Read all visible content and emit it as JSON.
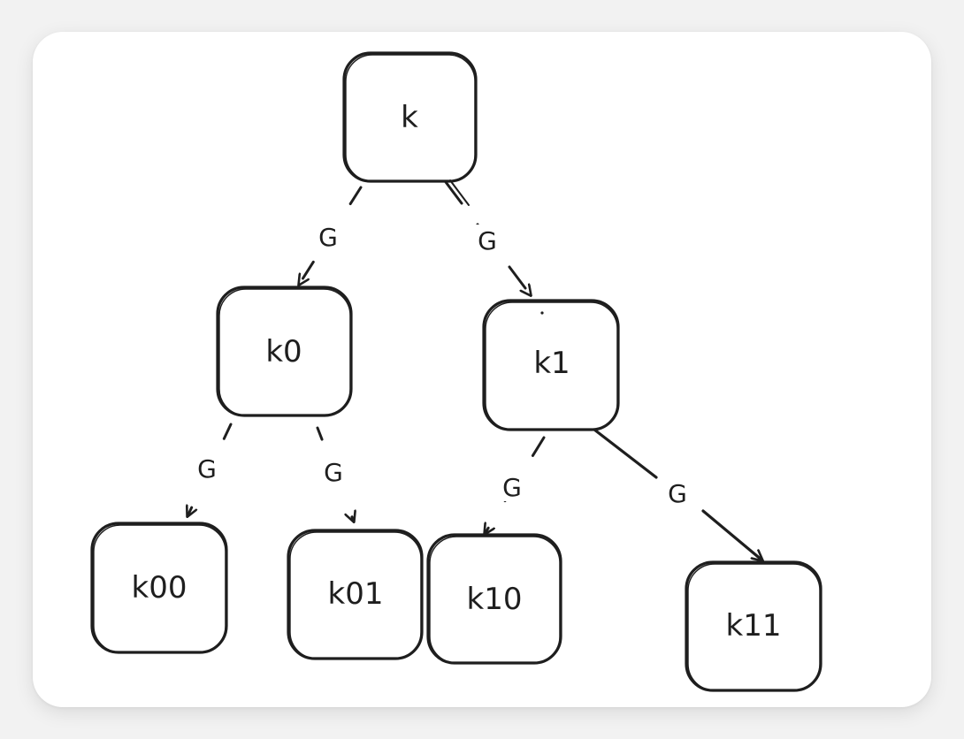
{
  "nodes": {
    "k": "k",
    "k0": "k0",
    "k1": "k1",
    "k00": "k00",
    "k01": "k01",
    "k10": "k10",
    "k11": "k11"
  },
  "edges": [
    {
      "from": "k",
      "to": "k0",
      "label": "G"
    },
    {
      "from": "k",
      "to": "k1",
      "label": "G"
    },
    {
      "from": "k0",
      "to": "k00",
      "label": "G"
    },
    {
      "from": "k0",
      "to": "k01",
      "label": "G"
    },
    {
      "from": "k1",
      "to": "k10",
      "label": "G"
    },
    {
      "from": "k1",
      "to": "k11",
      "label": "G"
    }
  ],
  "colors": {
    "stroke": "#1e1e1e",
    "card": "#ffffff",
    "background": "#f2f2f2"
  }
}
